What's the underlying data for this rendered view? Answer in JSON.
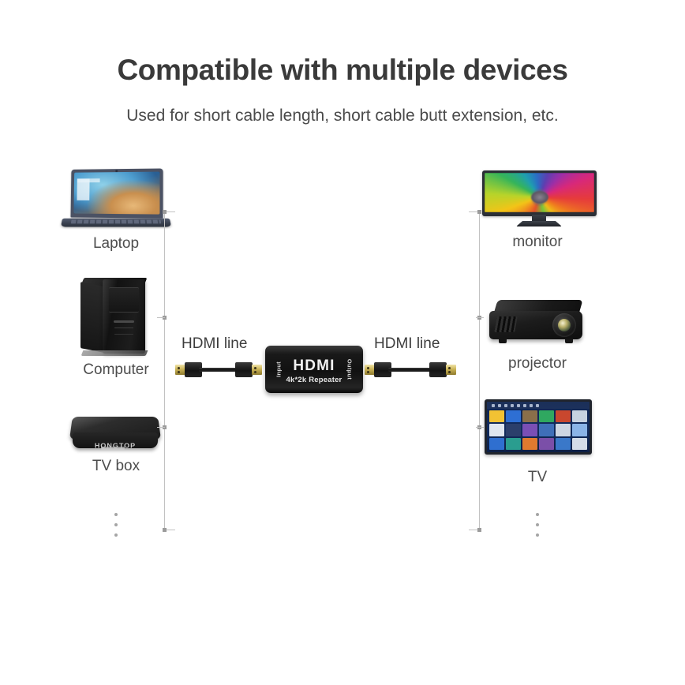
{
  "header": {
    "title": "Compatible with multiple devices",
    "subtitle": "Used for short cable length, short cable butt extension, etc."
  },
  "colors": {
    "title_text": "#3a3a3a",
    "body_text": "#4d4d4d",
    "connector_line": "#c2c2c2",
    "node": "#9b9b9b",
    "device_black": "#1a1a1a",
    "hdmi_gold": "#cbb457"
  },
  "sources": {
    "group_label": "source-devices",
    "items": [
      {
        "label": "Laptop",
        "icon": "laptop-icon"
      },
      {
        "label": "Computer",
        "icon": "desktop-tower-icon"
      },
      {
        "label": "TV box",
        "icon": "tv-box-icon",
        "logo_text": "HONGTOP"
      }
    ],
    "more_indicator": "vertical-ellipsis"
  },
  "sinks": {
    "group_label": "display-devices",
    "items": [
      {
        "label": "monitor",
        "icon": "monitor-icon"
      },
      {
        "label": "projector",
        "icon": "projector-icon"
      },
      {
        "label": "TV",
        "icon": "tv-icon"
      }
    ],
    "more_indicator": "vertical-ellipsis"
  },
  "cables": {
    "input_label": "HDMI line",
    "output_label": "HDMI line"
  },
  "adapter": {
    "brand": "HDMI",
    "model": "4k*2k Repeater",
    "port_in": "Input",
    "port_out": "Output"
  },
  "tv_screen": {
    "status_icons": 8,
    "tiles": [
      "#f2c233",
      "#2e6fd4",
      "#8a6f4a",
      "#2fa860",
      "#c9472e",
      "#c7d2e0",
      "#dfe6ef",
      "#2b3f6b",
      "#7a4fb5",
      "#3f6fb8",
      "#cdd6e2",
      "#8ab4e8",
      "#2f6fd0",
      "#2a9d8f",
      "#e07a2f",
      "#7b4fa8",
      "#3a78c9",
      "#d4dce8"
    ]
  }
}
